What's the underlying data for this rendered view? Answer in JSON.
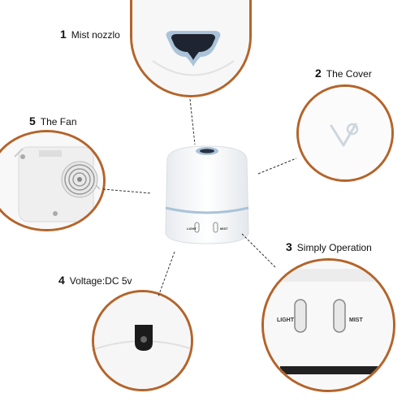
{
  "callouts": [
    {
      "num": "1",
      "text": "Mist nozzlo"
    },
    {
      "num": "2",
      "text": "The Cover"
    },
    {
      "num": "3",
      "text": "Simply Operation"
    },
    {
      "num": "4",
      "text": "Voltage:DC 5v"
    },
    {
      "num": "5",
      "text": "The Fan"
    }
  ],
  "device": {
    "buttons": {
      "left": "LIGHT",
      "right": "MIST"
    }
  },
  "zoom_buttons": {
    "left": "LIGHT",
    "right": "MIST"
  },
  "colors": {
    "ring": "#b4642a",
    "device": "#f4f4f4",
    "accent": "#aac3d8"
  }
}
